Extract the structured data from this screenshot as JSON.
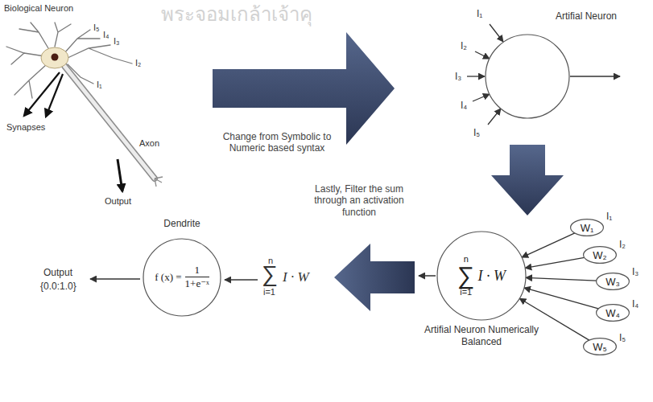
{
  "diagram": {
    "nodes": [
      {
        "text": [
          "Artifial Neuron"
        ]
      },
      {
        "text": [
          "Dendrite",
          "f (x) =",
          "1",
          "1+e⁻ˣ"
        ]
      },
      {
        "text": [
          "n",
          "∑",
          "i=1",
          "I · W",
          "Artifial Neuron Numerically Balanced"
        ]
      },
      {
        "text": [
          "W₁"
        ]
      },
      {
        "text": [
          "W₂"
        ]
      },
      {
        "text": [
          "W₃"
        ]
      },
      {
        "text": [
          "W₄"
        ]
      },
      {
        "text": [
          "W₅"
        ]
      }
    ],
    "edges": [
      {
        "from": 3,
        "to": 2,
        "arrow": "to"
      },
      {
        "from": 4,
        "to": 2,
        "arrow": "to"
      },
      {
        "from": 5,
        "to": 2,
        "arrow": "to"
      },
      {
        "from": 6,
        "to": 2,
        "arrow": "to"
      },
      {
        "from": 7,
        "to": 2,
        "arrow": "to"
      }
    ],
    "labels": [
      "พระจอมเกล้าเจ้าคุ",
      "Biological Neuron",
      "I₅",
      "I₄",
      "I₃",
      "I₂",
      "I₁",
      "Synapses",
      "Axon",
      "Output",
      "Change from Symbolic to Numeric based syntax",
      "I₁",
      "I₂",
      "I₃",
      "I₄",
      "I₅",
      "Lastly, Filter the sum through an activation function",
      "n",
      "∑",
      "i=1",
      "I · W",
      "Output",
      "{0.0:1.0}",
      "I₁",
      "I₂",
      "I₃",
      "I₄",
      "I₅"
    ]
  }
}
